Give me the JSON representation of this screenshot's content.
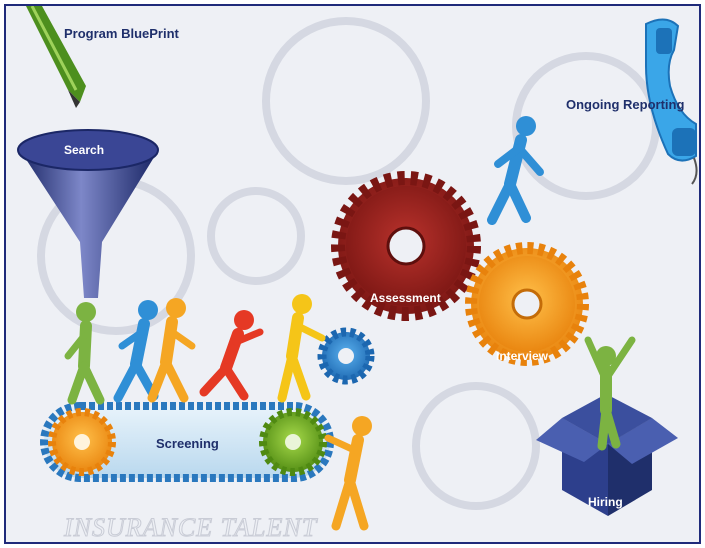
{
  "labels": {
    "program_blueprint": "Program BluePrint",
    "search": "Search",
    "assessment": "Assessment",
    "interview": "Interview",
    "ongoing_reporting": "Ongoing Reporting",
    "screening": "Screening",
    "hiring": "Hiring"
  },
  "watermark": "INSURANCE TALENT",
  "icons": [
    "pen-icon",
    "funnel-icon",
    "gear-icon",
    "telephone-icon",
    "conveyor-belt-icon",
    "box-icon",
    "running-figure-icon"
  ],
  "colors": {
    "background": "#eef0f5",
    "border": "#1f2a7a",
    "label_dark": "#1f2f6b",
    "funnel": "#2b3a86",
    "assessment_gear": "#8c1f1c",
    "interview_gear": "#f29a1a",
    "small_blue_gear": "#2c7fc9",
    "belt_gear_orange": "#f29a1a",
    "belt_gear_green": "#6aa81f",
    "box": "#2d3f8c",
    "phone": "#3aa6e8",
    "pen": "#4d8f1e",
    "figure_green": "#7cb342",
    "figure_blue": "#2f8fd6",
    "figure_orange": "#f5a623",
    "figure_red": "#e53924",
    "figure_yellow": "#f5c518"
  }
}
